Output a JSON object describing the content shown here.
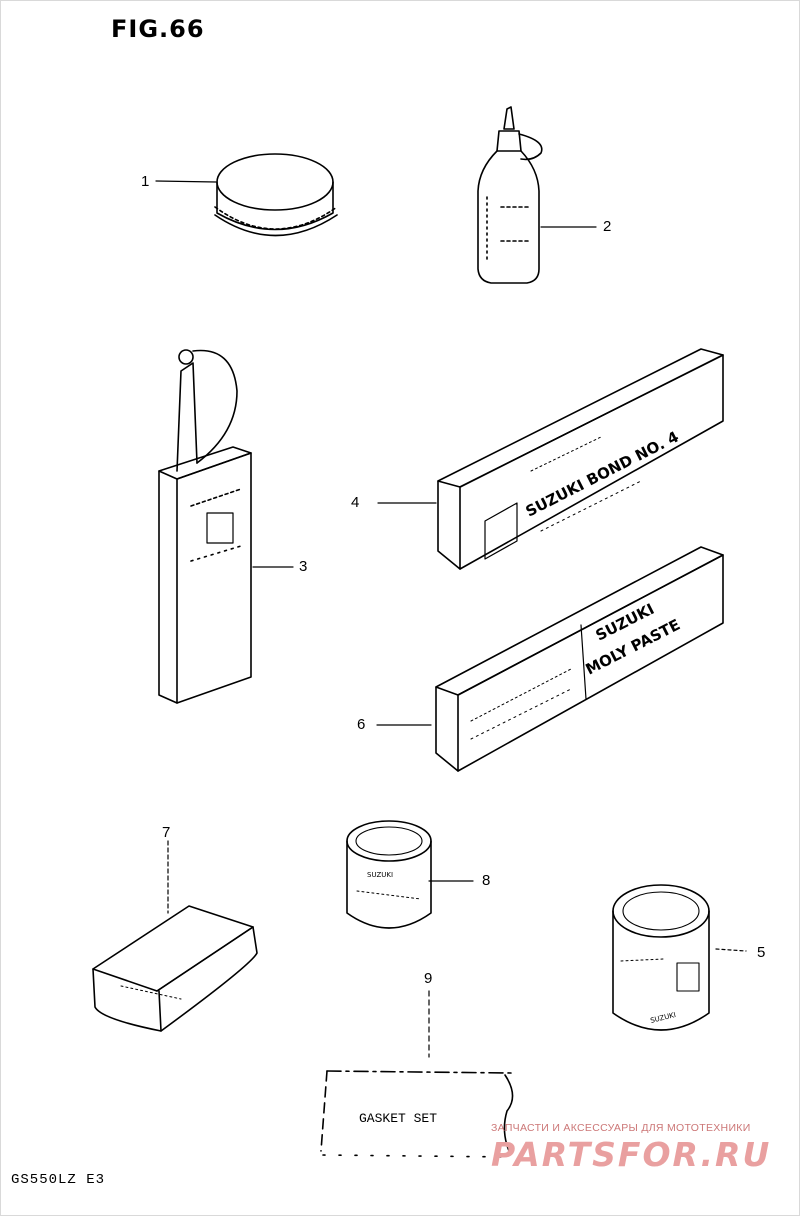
{
  "figure": {
    "title": "FIG.66",
    "model_code": "GS550LZ E3"
  },
  "callouts": [
    "1",
    "2",
    "3",
    "4",
    "5",
    "6",
    "7",
    "8",
    "9"
  ],
  "labels": {
    "bond_box": "SUZUKI BOND NO. 4",
    "moly_box": "MOLY PASTE",
    "moly_brand": "SUZUKI",
    "can_brand": "SUZUKI",
    "gasket_set": "GASKET SET"
  },
  "watermark": {
    "tagline": "ЗАПЧАСТИ И АКСЕССУАРЫ ДЛЯ МОТОТЕХНИКИ",
    "brand": "PARTSFOR.RU"
  }
}
